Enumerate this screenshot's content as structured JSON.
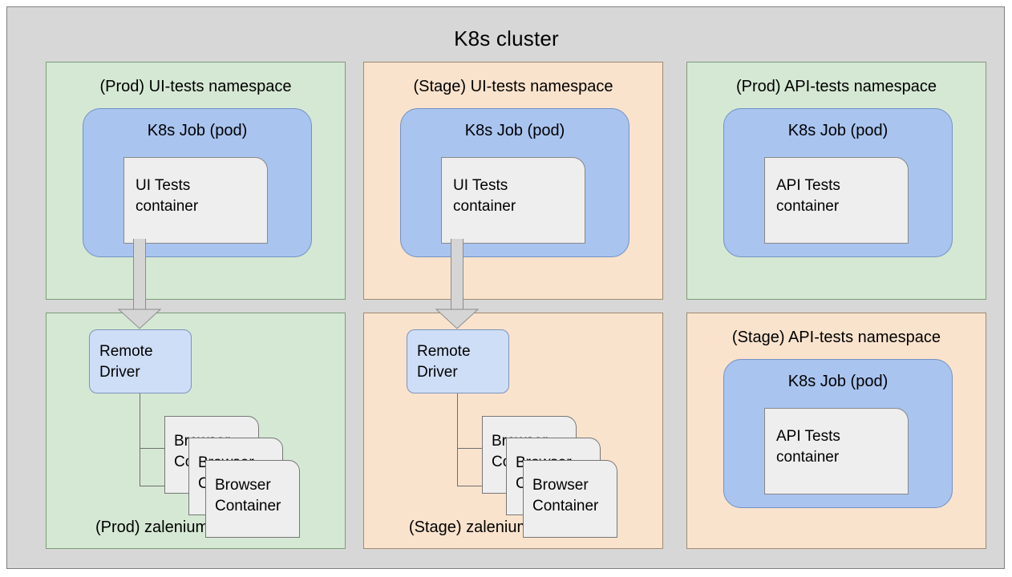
{
  "cluster": {
    "title": "K8s cluster"
  },
  "namespaces": [
    {
      "id": "prod-ui-tests",
      "title": "(Prod) UI-tests namespace",
      "theme": "green",
      "title_position": "top",
      "pod": {
        "title": "K8s Job (pod)",
        "container": "UI Tests\ncontainer"
      }
    },
    {
      "id": "stage-ui-tests",
      "title": "(Stage) UI-tests namespace",
      "theme": "orange",
      "title_position": "top",
      "pod": {
        "title": "K8s Job (pod)",
        "container": "UI Tests\ncontainer"
      }
    },
    {
      "id": "prod-api-tests",
      "title": "(Prod) API-tests namespace",
      "theme": "green",
      "title_position": "top",
      "pod": {
        "title": "K8s Job (pod)",
        "container": "API Tests\ncontainer"
      }
    },
    {
      "id": "prod-zalenium",
      "title": "(Prod) zalenium namespace",
      "theme": "green",
      "title_position": "bottom",
      "driver": "Remote\nDriver",
      "browsers": [
        "Browser\nContainer",
        "Browser\nContainer",
        "Browser\nContainer"
      ]
    },
    {
      "id": "stage-zalenium",
      "title": "(Stage) zalenium namespace",
      "theme": "orange",
      "title_position": "bottom",
      "driver": "Remote\nDriver",
      "browsers": [
        "Browser\nContainer",
        "Browser\nContainer",
        "Browser\nContainer"
      ]
    },
    {
      "id": "stage-api-tests",
      "title": "(Stage) API-tests namespace",
      "theme": "orange",
      "title_position": "top",
      "pod": {
        "title": "K8s Job (pod)",
        "container": "API Tests\ncontainer"
      }
    }
  ],
  "colors": {
    "cluster_background": "#d7d7d7",
    "namespace_green": "#d5e8d4",
    "namespace_orange": "#fae3cd",
    "pod_blue": "#a9c4ef",
    "driver_blue": "#cfdef7",
    "container_gray": "#eeeeee",
    "border_gray": "#808080",
    "connector_gray": "#d5d5d5"
  }
}
